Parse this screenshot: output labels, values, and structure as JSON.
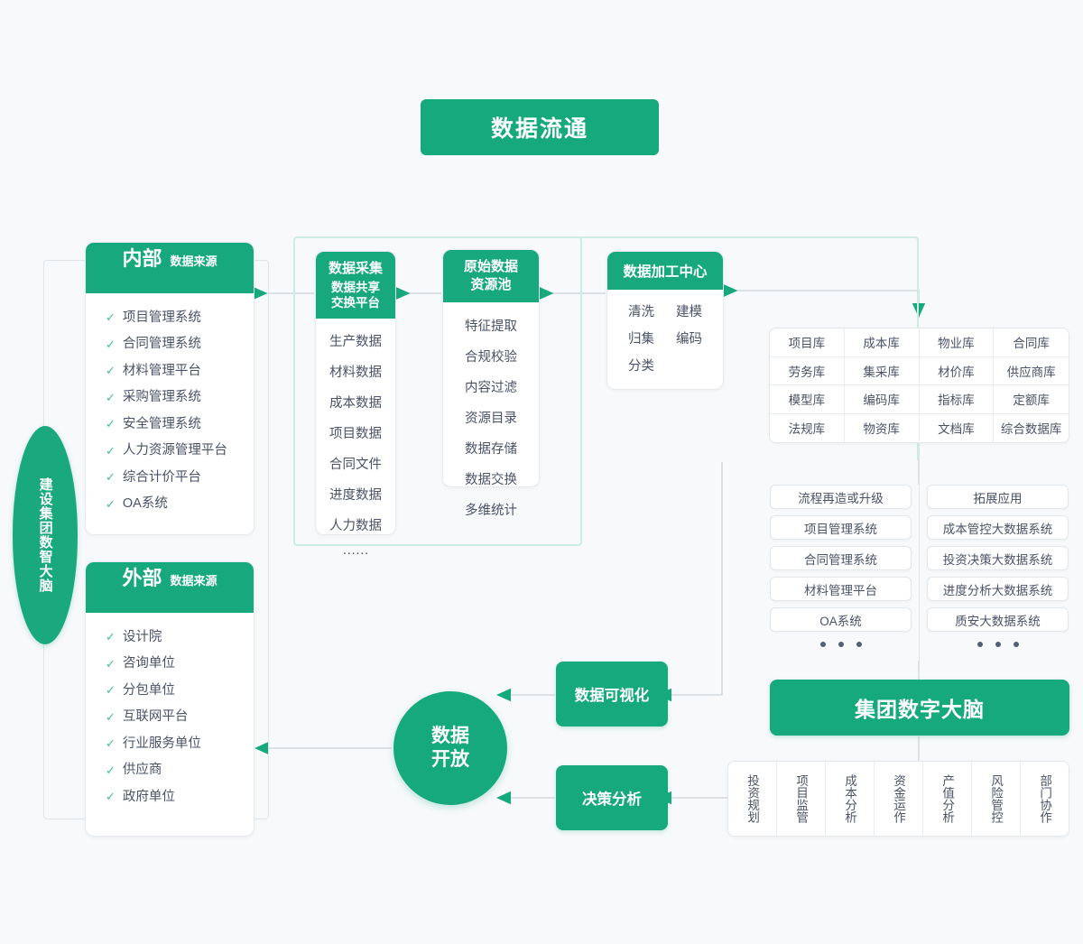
{
  "title": {
    "text": "数据流通"
  },
  "brain_label": {
    "text": "建设集团数智大脑"
  },
  "sources": {
    "internal": {
      "head_main": "内部",
      "head_sub": "数据来源",
      "items": [
        "项目管理系统",
        "合同管理系统",
        "材料管理平台",
        "采购管理系统",
        "安全管理系统",
        "人力资源管理平台",
        "综合计价平台",
        "OA系统"
      ]
    },
    "external": {
      "head_main": "外部",
      "head_sub": "数据来源",
      "items": [
        "设计院",
        "咨询单位",
        "分包单位",
        "互联网平台",
        "行业服务单位",
        "供应商",
        "政府单位"
      ]
    }
  },
  "collection": {
    "head_main": "数据采集",
    "head_sub": "数据共享\n交换平台",
    "head_sub_line1": "数据共享",
    "head_sub_line2": "交换平台",
    "items": [
      "生产数据",
      "材料数据",
      "成本数据",
      "项目数据",
      "合同文件",
      "进度数据",
      "人力数据",
      "······"
    ]
  },
  "pool": {
    "head_line1": "原始数据",
    "head_line2": "资源池",
    "items": [
      "特征提取",
      "合规校验",
      "内容过滤",
      "资源目录",
      "数据存储",
      "数据交换",
      "多维统计"
    ]
  },
  "process": {
    "head": "数据加工中心",
    "items": [
      "清洗",
      "建模",
      "归集",
      "编码",
      "分类"
    ]
  },
  "databases": {
    "cells": [
      "项目库",
      "成本库",
      "物业库",
      "合同库",
      "劳务库",
      "集采库",
      "材价库",
      "供应商库",
      "模型库",
      "编码库",
      "指标库",
      "定额库",
      "法规库",
      "物资库",
      "文档库",
      "综合数据库"
    ]
  },
  "applications": {
    "left": [
      "流程再造或升级",
      "项目管理系统",
      "合同管理系统",
      "材料管理平台",
      "OA系统"
    ],
    "right": [
      "拓展应用",
      "成本管控大数据系统",
      "投资决策大数据系统",
      "进度分析大数据系统",
      "质安大数据系统"
    ],
    "left_dots": 3,
    "right_dots": 3
  },
  "digital_brain": {
    "text": "集团数字大脑"
  },
  "bottom_functions": [
    "投资规划",
    "项目监管",
    "成本分析",
    "资金运作",
    "产值分析",
    "风险管控",
    "部门协作"
  ],
  "actions": {
    "visualization": "数据可视化",
    "decision": "决策分析",
    "open_line1": "数据",
    "open_line2": "开放"
  },
  "icons": {
    "check": "✓"
  },
  "colors": {
    "brand_green": "#16a97c",
    "light_green_frame": "#cdece2",
    "background": "#f7f9fa",
    "text": "#4a5267",
    "wire": "#d4d9de"
  }
}
